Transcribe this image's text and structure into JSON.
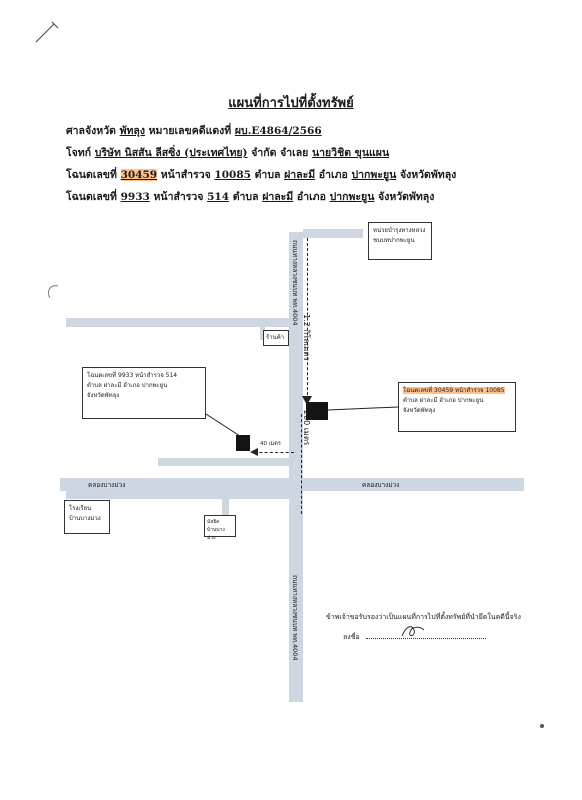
{
  "document": {
    "title": "แผนที่การไปที่ตั้งทรัพย์",
    "line1": {
      "prefix": "ศาลจังหวัด",
      "court": "พัทลุง",
      "mid": "หมายเลขคดีแดงที่",
      "case": "ผบ.E4864/2566"
    },
    "line2": {
      "prefix": "โจทก์",
      "plaintiff": "บริษัท นิสสัน ลีสซิ่ง (ประเทศไทย)",
      "mid": "จำกัด  จำเลย",
      "defendant": "นายวิชิต  ขุนแผน"
    },
    "line3": {
      "prefix": "โฉนดเลขที่",
      "deed": "30459",
      "survey_label": "หน้าสำรวจ",
      "survey": "10085",
      "tambon_label": "ตำบล",
      "tambon": "ฝาละมี",
      "amphoe_label": "อำเภอ",
      "amphoe": "ปากพะยูน",
      "province": "จังหวัดพัทลุง"
    },
    "line4": {
      "prefix": "โฉนดเลขที่",
      "deed": "9933",
      "survey_label": "หน้าสำรวจ",
      "survey": "514",
      "tambon_label": "ตำบล",
      "tambon": "ฝาละมี",
      "amphoe_label": "อำเภอ",
      "amphoe": "ปากพะยูน",
      "province": "จังหวัดพัทลุง"
    }
  },
  "map": {
    "highway_label_top": "ถนนทางหลวงชนบท พท.4004",
    "highway_label_bottom": "ถนนทางหลวงชนบท พท.4004",
    "police_box": [
      "หน่วยบำรุงทางหลวง",
      "ชนบทปากพะยูน"
    ],
    "shop_label": "ร้านค้า",
    "distance_12km": "1.2 กิโลเมตร",
    "distance_200m": "200 เมตร",
    "distance_40m": "40 เมตร",
    "canal_left": "คลองบางม่วง",
    "canal_right": "คลองบางม่วง",
    "school_box": [
      "โรงเรียน",
      "บ้านบางม่วง"
    ],
    "mosque_box": [
      "มัสยิด",
      "บ้านบางม่วง"
    ],
    "plot_left": [
      "โฉนดเลขที่ 9933  หน้าสำรวจ 514",
      "ตำบล ฝาละมี  อำเภอ ปากพะยูน",
      "จังหวัดพัทลุง"
    ],
    "plot_right": [
      "โฉนดเลขที่ 30459  หน้าสำรวจ 10085",
      "ตำบล ฝาละมี  อำเภอ ปากพะยูน",
      "จังหวัดพัทลุง"
    ]
  },
  "certify": {
    "statement": "ข้าพเจ้าขอรับรองว่าเป็นแผนที่การไปที่ตั้งทรัพย์ที่นำยึดในคดีนี้จริง",
    "sign_label": "ลงชื่อ"
  }
}
